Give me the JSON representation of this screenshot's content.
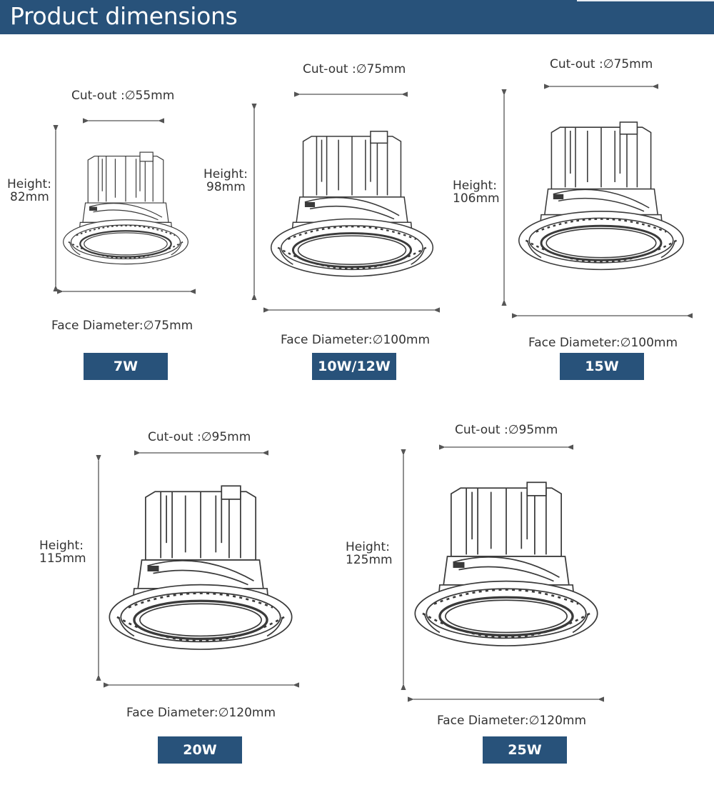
{
  "header": {
    "title": "Product dimensions"
  },
  "products": [
    {
      "cutout": "Cut-out :∅55mm",
      "height_label": "Height:",
      "height_value": "82mm",
      "face": "Face Diameter:∅75mm",
      "power": "7W"
    },
    {
      "cutout": "Cut-out :∅75mm",
      "height_label": "Height:",
      "height_value": "98mm",
      "face": "Face Diameter:∅100mm",
      "power": "10W/12W"
    },
    {
      "cutout": "Cut-out :∅75mm",
      "height_label": "Height:",
      "height_value": "106mm",
      "face": "Face Diameter:∅100mm",
      "power": "15W"
    },
    {
      "cutout": "Cut-out :∅95mm",
      "height_label": "Height:",
      "height_value": "115mm",
      "face": "Face Diameter:∅120mm",
      "power": "20W"
    },
    {
      "cutout": "Cut-out :∅95mm",
      "height_label": "Height:",
      "height_value": "125mm",
      "face": "Face Diameter:∅120mm",
      "power": "25W"
    }
  ],
  "colors": {
    "header_bg": "#28527a",
    "badge_bg": "#28527a",
    "text": "#333333",
    "line": "#3a3a3a"
  }
}
